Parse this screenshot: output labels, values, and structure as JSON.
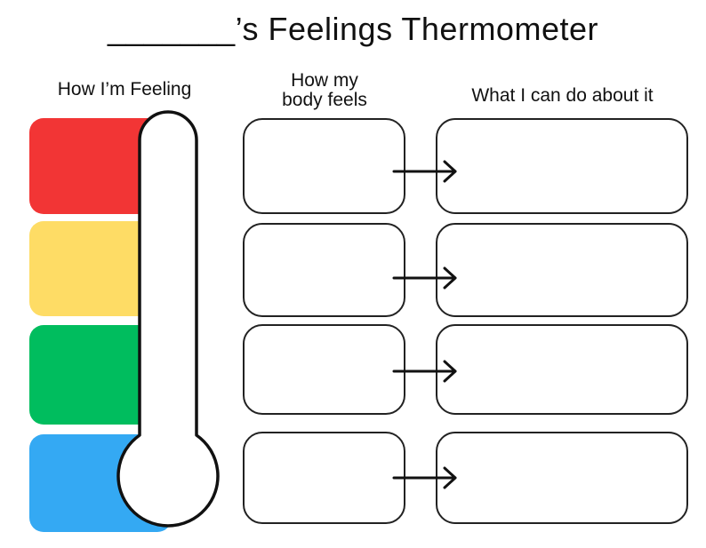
{
  "title": "_______’s Feelings Thermometer",
  "headers": {
    "feeling": "How I’m Feeling",
    "body": "How my\nbody feels",
    "action": "What I can do about it"
  },
  "levels": [
    {
      "color": "#f23535"
    },
    {
      "color": "#fedc65"
    },
    {
      "color": "#00bd5e"
    },
    {
      "color": "#34a9f3"
    }
  ],
  "rows": [
    {
      "body_text": "",
      "action_text": ""
    },
    {
      "body_text": "",
      "action_text": ""
    },
    {
      "body_text": "",
      "action_text": ""
    },
    {
      "body_text": "",
      "action_text": ""
    }
  ]
}
